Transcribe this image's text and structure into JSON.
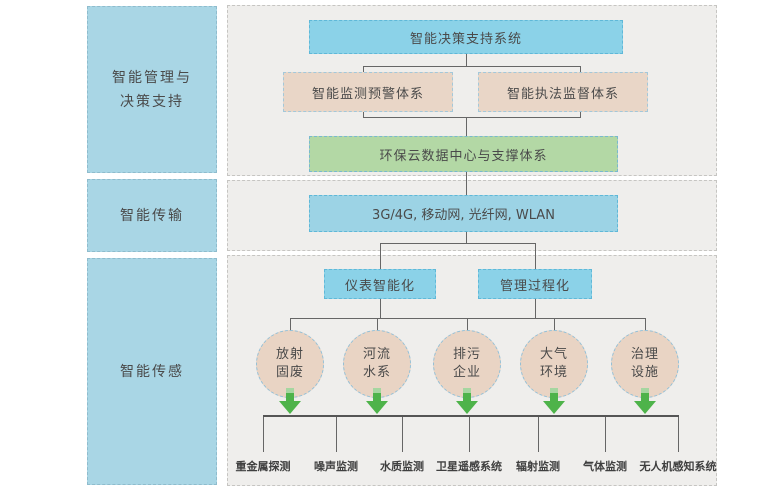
{
  "layers": [
    {
      "line1": "智能管理与",
      "line2": "决策支持"
    },
    {
      "line1": "智能传输"
    },
    {
      "line1": "智能传感"
    }
  ],
  "decision_layer": {
    "system": "智能决策支持系统",
    "monitoring": "智能监测预警体系",
    "enforcement": "智能执法监督体系",
    "cloud": "环保云数据中心与支撑体系"
  },
  "transmission_layer": {
    "network": "3G/4G, 移动网, 光纤网, WLAN"
  },
  "sensing_layer": {
    "instrument": "仪表智能化",
    "management": "管理过程化",
    "targets": [
      {
        "line1": "放射",
        "line2": "固废"
      },
      {
        "line1": "河流",
        "line2": "水系"
      },
      {
        "line1": "排污",
        "line2": "企业"
      },
      {
        "line1": "大气",
        "line2": "环境"
      },
      {
        "line1": "治理",
        "line2": "设施"
      }
    ],
    "sensors": [
      "重金属探测",
      "噪声监测",
      "水质监测",
      "卫星遥感系统",
      "辐射监测",
      "气体监测",
      "无人机感知系统"
    ]
  },
  "colors": {
    "panel-bg": "#efeeec",
    "panel-border": "#c6c5c2",
    "layer-fill": "#a9d6e5",
    "layer-border": "#8fbccd",
    "cyan-fill": "#8bd2e8",
    "cyan-border": "#5fb8d8",
    "net-fill": "#9cd3e5",
    "pink-fill": "#e9d6c7",
    "pink-border": "#a3c8da",
    "green-fill": "#b3d8a5",
    "green-border": "#79b9cf",
    "circle-fill": "#e9d4c4",
    "circle-border": "#93bfd6",
    "line": "#666666",
    "arrow": "#4eb34a",
    "arrow-light": "#a6d6a0",
    "text": "#4a4a4a"
  }
}
